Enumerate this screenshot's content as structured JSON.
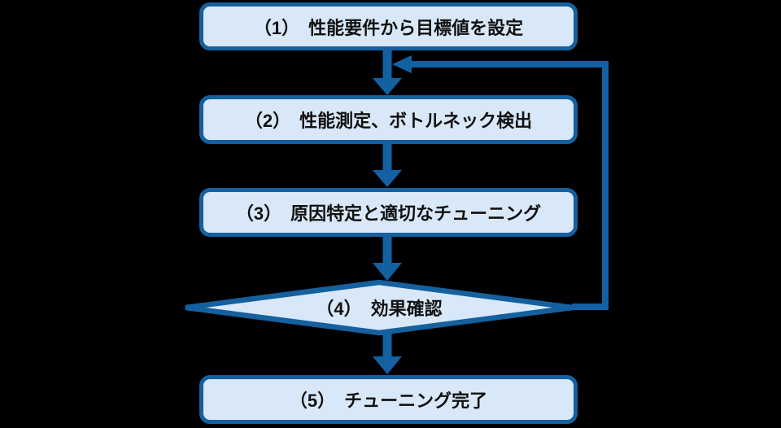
{
  "colors": {
    "background": "#000000",
    "box_fill": "#d9e8f8",
    "box_border": "#15609e",
    "arrow": "#1261a3",
    "text": "#111111"
  },
  "flowchart": {
    "title": "performance-tuning-cycle",
    "steps": [
      {
        "id": "step-1",
        "shape": "rounded-rect",
        "label": "（1）　性能要件から目標値を設定"
      },
      {
        "id": "step-2",
        "shape": "rounded-rect",
        "label": "（2）　性能測定、ボトルネック検出"
      },
      {
        "id": "step-3",
        "shape": "rounded-rect",
        "label": "（3）　原因特定と適切なチューニング"
      },
      {
        "id": "step-4",
        "shape": "diamond",
        "label": "（4）　効果確認"
      },
      {
        "id": "step-5",
        "shape": "rounded-rect",
        "label": "（5）　チューニング完了"
      }
    ],
    "connections": [
      {
        "from": "step-1",
        "to": "step-2",
        "type": "arrow-down"
      },
      {
        "from": "step-2",
        "to": "step-3",
        "type": "arrow-down"
      },
      {
        "from": "step-3",
        "to": "step-4",
        "type": "arrow-down"
      },
      {
        "from": "step-4",
        "to": "step-5",
        "type": "arrow-down"
      },
      {
        "from": "step-4",
        "to": "step-2",
        "type": "feedback-loop-right-side"
      }
    ]
  }
}
